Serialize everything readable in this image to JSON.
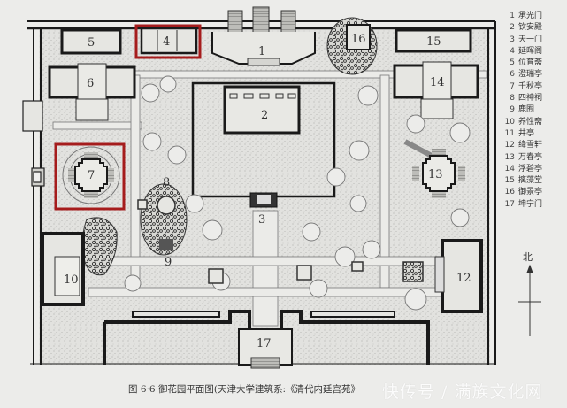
{
  "figure": {
    "caption": "图 6·6 御花园平面图(天津大学建筑系:《清代内廷宫苑》",
    "watermark": "快传号 / 满族文化网"
  },
  "compass": {
    "label": "北"
  },
  "highlight": {
    "color": "#a51c1c",
    "boxes": [
      "4",
      "7"
    ]
  },
  "legend": {
    "items": [
      {
        "num": "1",
        "name": "承光门"
      },
      {
        "num": "2",
        "name": "钦安殿"
      },
      {
        "num": "3",
        "name": "天一门"
      },
      {
        "num": "4",
        "name": "延晖阁"
      },
      {
        "num": "5",
        "name": "位育斋"
      },
      {
        "num": "6",
        "name": "澄瑞亭"
      },
      {
        "num": "7",
        "name": "千秋亭"
      },
      {
        "num": "8",
        "name": "四神祠"
      },
      {
        "num": "9",
        "name": "鹿囿"
      },
      {
        "num": "10",
        "name": "养性斋"
      },
      {
        "num": "11",
        "name": "井亭"
      },
      {
        "num": "12",
        "name": "绛雪轩"
      },
      {
        "num": "13",
        "name": "万春亭"
      },
      {
        "num": "14",
        "name": "浮碧亭"
      },
      {
        "num": "15",
        "name": "摛藻堂"
      },
      {
        "num": "16",
        "name": "御景亭"
      },
      {
        "num": "17",
        "name": "坤宁门"
      }
    ]
  },
  "plan_labels": {
    "l1": "1",
    "l2": "2",
    "l3": "3",
    "l4": "4",
    "l5": "5",
    "l6": "6",
    "l7": "7",
    "l8": "8",
    "l9": "9",
    "l10": "10",
    "l12": "12",
    "l13": "13",
    "l14": "14",
    "l15": "15",
    "l16": "16",
    "l17": "17"
  }
}
